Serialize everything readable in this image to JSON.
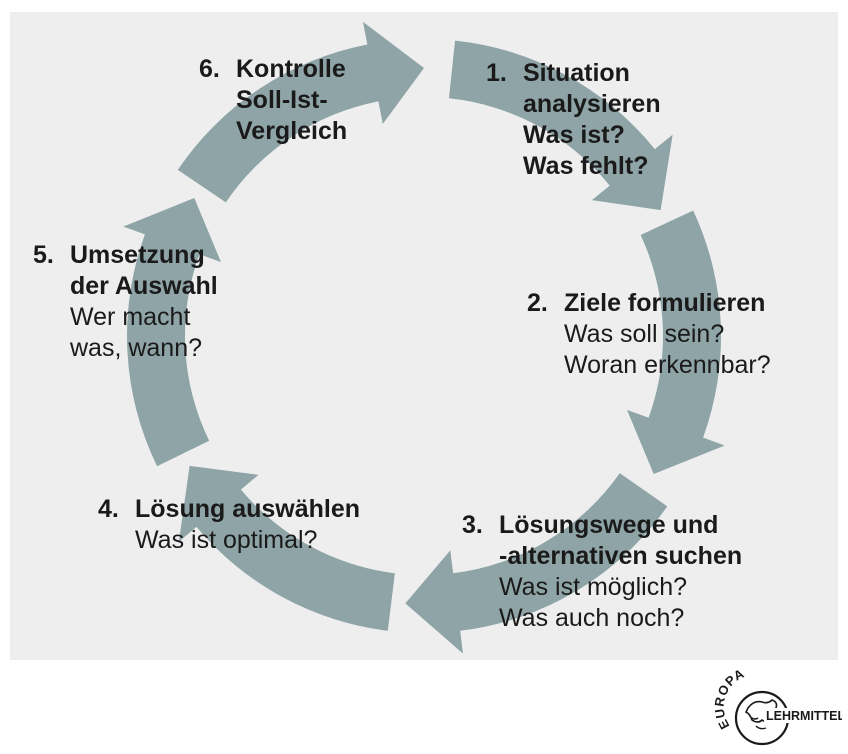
{
  "colors": {
    "panel": "#eeeeee",
    "arrow": "#8fa4a7",
    "text": "#1a1a1a"
  },
  "steps": [
    {
      "num": "1.",
      "title_lines": [
        "Situation",
        "analysieren",
        "Was ist?",
        "Was fehlt?"
      ],
      "questions": []
    },
    {
      "num": "2.",
      "title_lines": [
        "Ziele formulieren"
      ],
      "questions": [
        "Was soll sein?",
        "Woran erkennbar?"
      ]
    },
    {
      "num": "3.",
      "title_lines": [
        "Lösungswege und",
        "-alternativen suchen"
      ],
      "questions": [
        "Was ist möglich?",
        "Was auch noch?"
      ]
    },
    {
      "num": "4.",
      "title_lines": [
        "Lösung auswählen"
      ],
      "questions": [
        "Was ist optimal?"
      ]
    },
    {
      "num": "5.",
      "title_lines": [
        "Umsetzung",
        "der Auswahl"
      ],
      "questions": [
        "Wer macht",
        "was, wann?"
      ]
    },
    {
      "num": "6.",
      "title_lines": [
        "Kontrolle",
        "Soll-Ist-",
        "Vergleich"
      ],
      "questions": []
    }
  ],
  "logo": {
    "top_text": "EUROPA",
    "bottom_text": "LEHRMITTEL"
  },
  "arrow_icon": "cycle-arrow-icon"
}
